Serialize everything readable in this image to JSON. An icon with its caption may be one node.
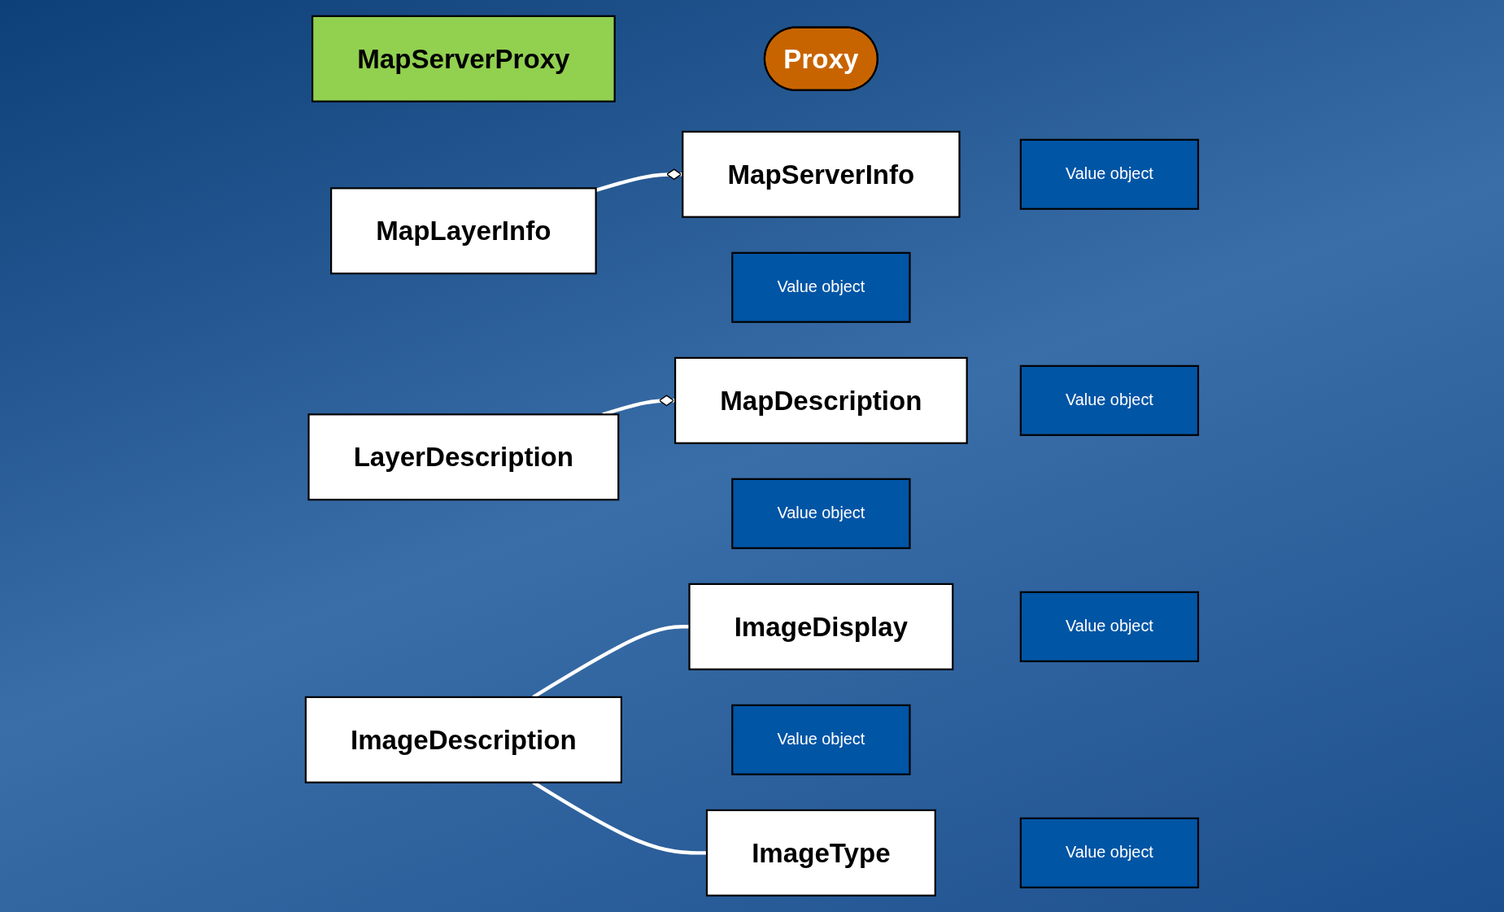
{
  "diagram": {
    "nodes": [
      {
        "text": [
          "Proxy"
        ]
      },
      {
        "text": [
          "MapServerProxy"
        ]
      },
      {
        "text": [
          "MapServerInfo"
        ]
      },
      {
        "text": [
          "Value object"
        ]
      },
      {
        "text": [
          "MapLayerInfo"
        ]
      },
      {
        "text": [
          "Value object"
        ]
      },
      {
        "text": [
          "MapDescription"
        ]
      },
      {
        "text": [
          "Value object"
        ]
      },
      {
        "text": [
          "LayerDescription"
        ]
      },
      {
        "text": [
          "Value object"
        ]
      },
      {
        "text": [
          "ImageDisplay"
        ]
      },
      {
        "text": [
          "Value object"
        ]
      },
      {
        "text": [
          "ImageDescription"
        ]
      },
      {
        "text": [
          "Value object"
        ]
      },
      {
        "text": [
          "ImageType"
        ]
      },
      {
        "text": [
          "Value object"
        ]
      }
    ],
    "edges": [
      {
        "from": 4,
        "to": 2,
        "arrow": "other"
      },
      {
        "from": 8,
        "to": 6,
        "arrow": "other"
      },
      {
        "from": 12,
        "to": 10,
        "arrow": "none"
      },
      {
        "from": 12,
        "to": 14,
        "arrow": "none"
      }
    ]
  }
}
